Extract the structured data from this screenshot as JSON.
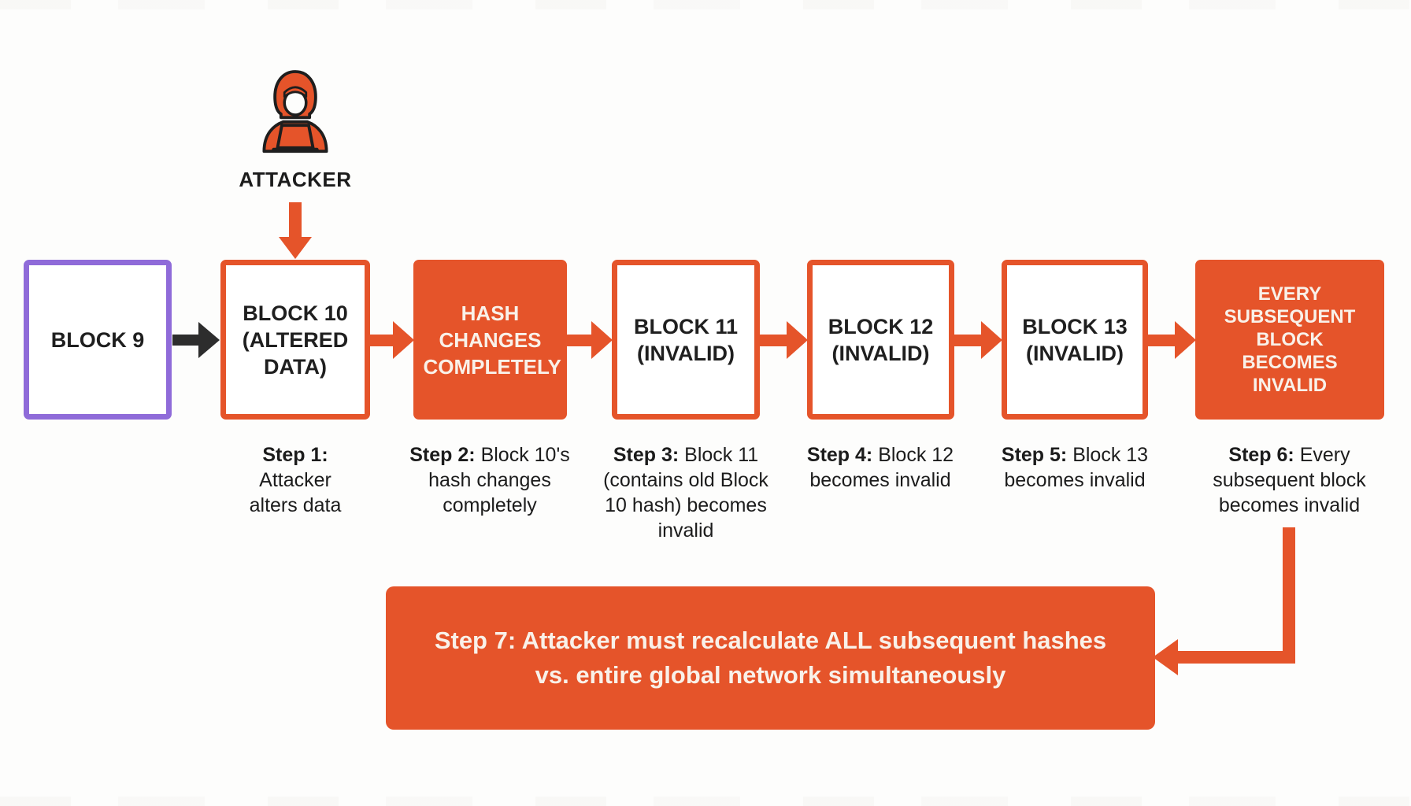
{
  "diagram": {
    "title_semantic": "Blockchain tampering chain-invalidation flow",
    "attacker": {
      "label": "ATTACKER"
    },
    "blocks": [
      {
        "id": "block-9",
        "label": "BLOCK 9",
        "style": "purple-outline"
      },
      {
        "id": "block-10",
        "label": "BLOCK 10 (ALTERED DATA)",
        "style": "orange-outline"
      },
      {
        "id": "hash-change",
        "label": "HASH CHANGES COMPLETELY",
        "style": "orange-filled"
      },
      {
        "id": "block-11",
        "label": "BLOCK 11 (INVALID)",
        "style": "orange-outline"
      },
      {
        "id": "block-12",
        "label": "BLOCK 12 (INVALID)",
        "style": "orange-outline"
      },
      {
        "id": "block-13",
        "label": "BLOCK 13 (INVALID)",
        "style": "orange-outline"
      },
      {
        "id": "subsequent-invalid",
        "label": "EVERY SUBSEQUENT BLOCK BECOMES INVALID",
        "style": "orange-filled"
      }
    ],
    "steps": [
      {
        "bold": "Step 1:",
        "text": "Attacker alters data"
      },
      {
        "bold": "Step 2:",
        "text": "Block 10's hash changes completely"
      },
      {
        "bold": "Step 3:",
        "text": "Block 11 (contains old Block 10 hash) becomes invalid"
      },
      {
        "bold": "Step 4:",
        "text": "Block 12 becomes invalid"
      },
      {
        "bold": "Step 5:",
        "text": "Block 13 becomes invalid"
      },
      {
        "bold": "Step 6:",
        "text": "Every subsequent block becomes invalid"
      }
    ],
    "step7": {
      "line1": "Step 7: Attacker must recalculate ALL subsequent hashes",
      "line2": "vs. entire global network simultaneously"
    },
    "colors": {
      "accent_orange": "#E5542A",
      "outline_purple": "#8F6BD9",
      "arrow_black": "#2D2D2D",
      "text_dark": "#1E1E1E",
      "text_on_orange": "#F9F1E9",
      "background": "#FDFDFC"
    }
  }
}
